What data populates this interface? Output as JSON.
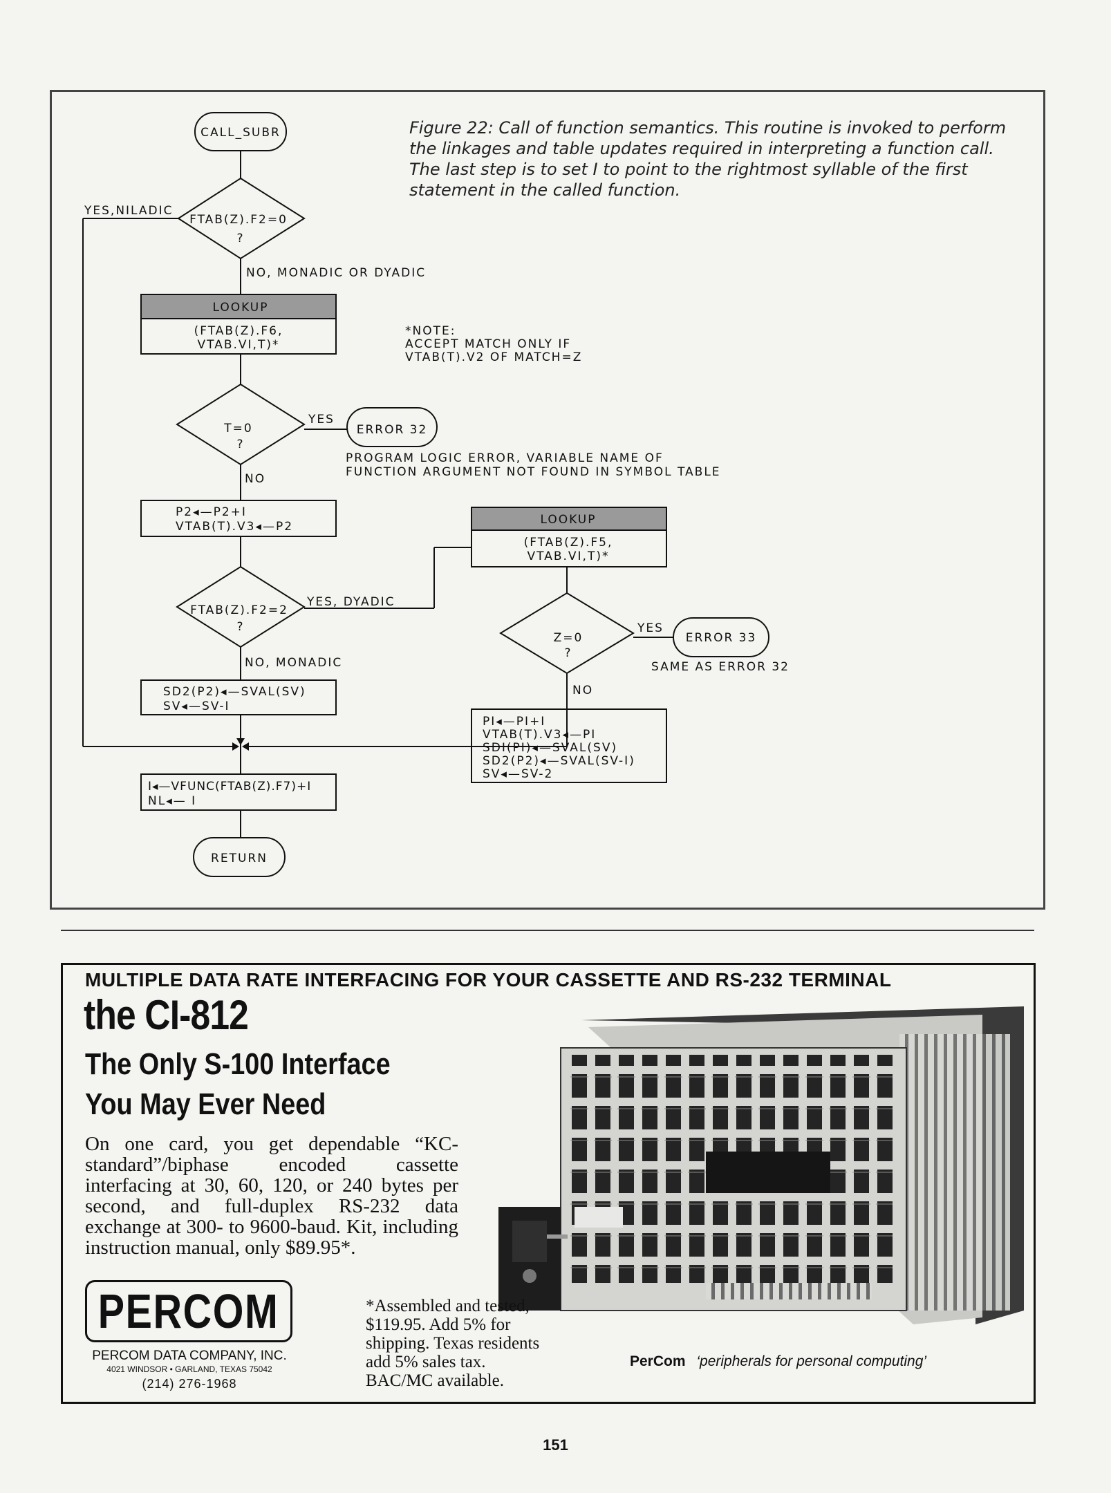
{
  "figure": {
    "caption": "Figure 22: Call of function semantics. This routine is invoked to perform the linkages and table updates required in interpreting a function call. The last step is to set I to point to the rightmost syllable of the first statement in the called function.",
    "start_label": "CALL_SUBR",
    "d1_text": "FTAB(Z).F2=0",
    "q": "?",
    "yes_niladic": "YES,NILADIC",
    "no_monadic_or_dyadic": "NO, MONADIC OR DYADIC",
    "lookup1_header": "LOOKUP",
    "lookup1_line1": "(FTAB(Z).F6,",
    "lookup1_line2": "VTAB.VI,T)*",
    "note_line1": "*NOTE:",
    "note_line2": "ACCEPT MATCH ONLY IF",
    "note_line3": "VTAB(T).V2 OF MATCH=Z",
    "d2_text": "T=0",
    "yes": "YES",
    "error32": "ERROR 32",
    "error32_desc_line1": "PROGRAM LOGIC ERROR, VARIABLE NAME OF",
    "error32_desc_line2": "FUNCTION ARGUMENT NOT FOUND IN SYMBOL TABLE",
    "no": "NO",
    "box_p2_line1": "P2◂—P2+I",
    "box_p2_line2": "VTAB(T).V3◂—P2",
    "d3_text": "FTAB(Z).F2=2",
    "yes_dyadic": "YES, DYADIC",
    "no_monadic": "NO, MONADIC",
    "box_sd2_line1": "SD2(P2)◂—SVAL(SV)",
    "box_sd2_line2": "SV◂—SV-I",
    "lookup2_header": "LOOKUP",
    "lookup2_line1": "(FTAB(Z).F5,",
    "lookup2_line2": "VTAB.VI,T)*",
    "d4_text": "Z=0",
    "error33": "ERROR 33",
    "error33_desc": "SAME AS ERROR 32",
    "box_p1_line1": "PI◂—PI+I",
    "box_p1_line2": "VTAB(T).V3◂—PI",
    "box_p1_line3": "SDI(PI)◂—SVAL(SV)",
    "box_p1_line4": "SD2(P2)◂—SVAL(SV-I)",
    "box_p1_line5": "SV◂—SV-2",
    "box_vfunc_line1": "I◂—VFUNC(FTAB(Z).F7)+I",
    "box_vfunc_line2": "NL◂— I",
    "return_label": "RETURN"
  },
  "ad": {
    "headline": "MULTIPLE DATA RATE INTERFACING FOR YOUR CASSETTE AND RS-232 TERMINAL",
    "title": "the CI-812",
    "subtitle_line1": "The Only S-100 Interface",
    "subtitle_line2": "You May Ever Need",
    "body": "On one card, you get dependable “KC-standard”/biphase encoded cassette interfacing at 30, 60, 120, or 240 bytes per second, and full-duplex RS-232 data exchange at 300- to 9600-baud. Kit, including instruction manual, only $89.95*.",
    "footnote": "*Assembled and tested, $119.95. Add 5% for shipping. Texas residents add 5% sales tax. BAC/MC available.",
    "logo": "PERCOM",
    "company": "PERCOM DATA COMPANY, INC.",
    "address": "4021 WINDSOR • GARLAND, TEXAS 75042",
    "phone": "(214) 276-1968",
    "tagline_brand": "PerCom",
    "tagline": "‘peripherals for personal computing’"
  },
  "page_number": "151"
}
